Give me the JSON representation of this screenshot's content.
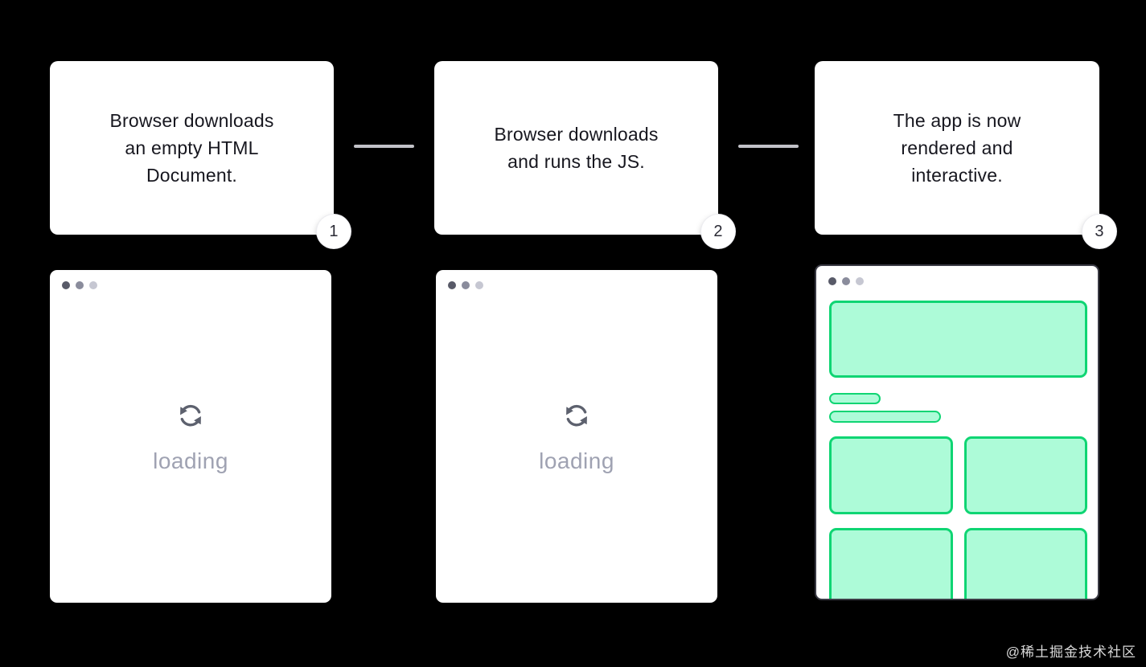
{
  "steps": [
    {
      "number": "1",
      "lines": [
        "Browser downloads",
        "an empty HTML",
        "Document."
      ]
    },
    {
      "number": "2",
      "lines": [
        "Browser downloads",
        "and runs the JS.",
        ""
      ]
    },
    {
      "number": "3",
      "lines": [
        "The app is now",
        "rendered and",
        "interactive."
      ]
    }
  ],
  "windows": [
    {
      "state": "loading",
      "label": "loading"
    },
    {
      "state": "loading",
      "label": "loading"
    },
    {
      "state": "rendered",
      "label": ""
    }
  ],
  "icons": {
    "sync": "sync-refresh-arrows-icon",
    "window_controls": "three-dots-traffic-lights"
  },
  "watermark": "@稀土掘金技术社区",
  "colors": {
    "background": "#000000",
    "card_bg": "#ffffff",
    "card_text": "#17171f",
    "connector": "#c2c2c8",
    "badge_bg": "#ffffff",
    "badge_text": "#2b2b35",
    "window_bg": "#ffffff",
    "window3_border": "#3a3a44",
    "dot_dark": "#585a68",
    "dot_medium": "#8a8c9c",
    "dot_light": "#c6c7d2",
    "sync_icon": "#5d616e",
    "loading_text": "#9fa2b2",
    "green_border": "#0fd573",
    "green_fill": "#adfbd8",
    "watermark_text": "#d9d9d9"
  }
}
